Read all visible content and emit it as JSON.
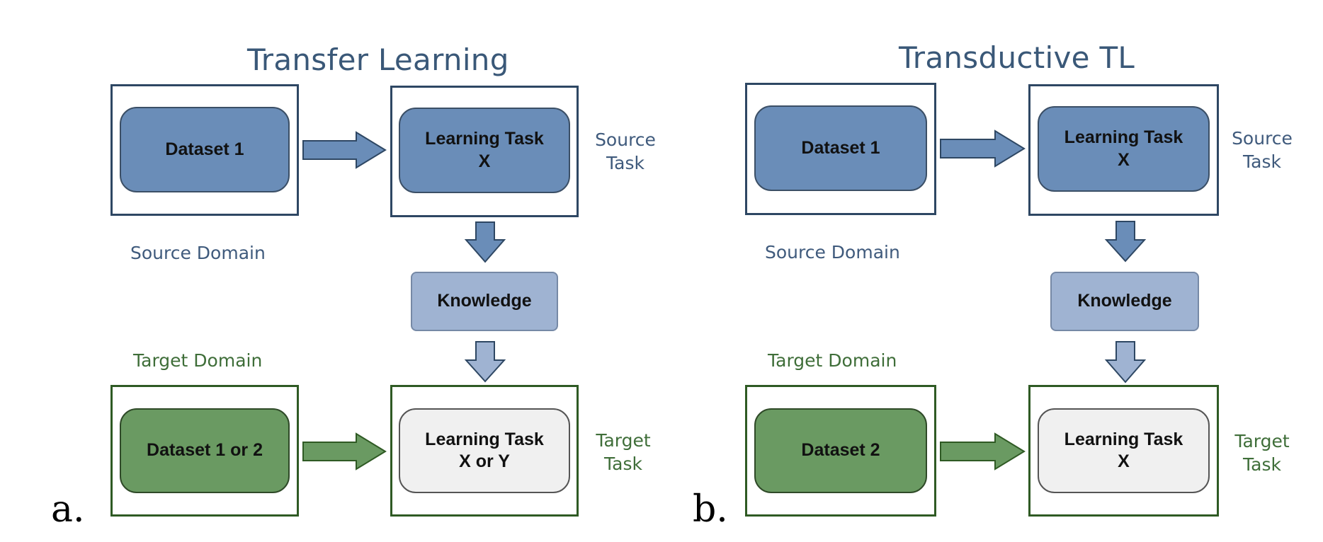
{
  "panels": [
    {
      "letter": "a.",
      "title": "Transfer Learning",
      "source_domain_label": "Source Domain",
      "target_domain_label": "Target Domain",
      "source_task_label": "Source\nTask",
      "target_task_label": "Target\nTask",
      "source_dataset": "Dataset 1",
      "source_task": "Learning Task\nX",
      "knowledge": "Knowledge",
      "target_dataset": "Dataset 1 or 2",
      "target_task": "Learning Task\nX or Y"
    },
    {
      "letter": "b.",
      "title": "Transductive TL",
      "source_domain_label": "Source Domain",
      "target_domain_label": "Target Domain",
      "source_task_label": "Source\nTask",
      "target_task_label": "Target\nTask",
      "source_dataset": "Dataset 1",
      "source_task": "Learning Task\nX",
      "knowledge": "Knowledge",
      "target_dataset": "Dataset 2",
      "target_task": "Learning Task\nX"
    }
  ],
  "colors": {
    "source": "#6a8db8",
    "target": "#6a9a62",
    "knowledge": "#9fb3d2",
    "frame_source": "#2e4763",
    "frame_target": "#2f5a24"
  }
}
